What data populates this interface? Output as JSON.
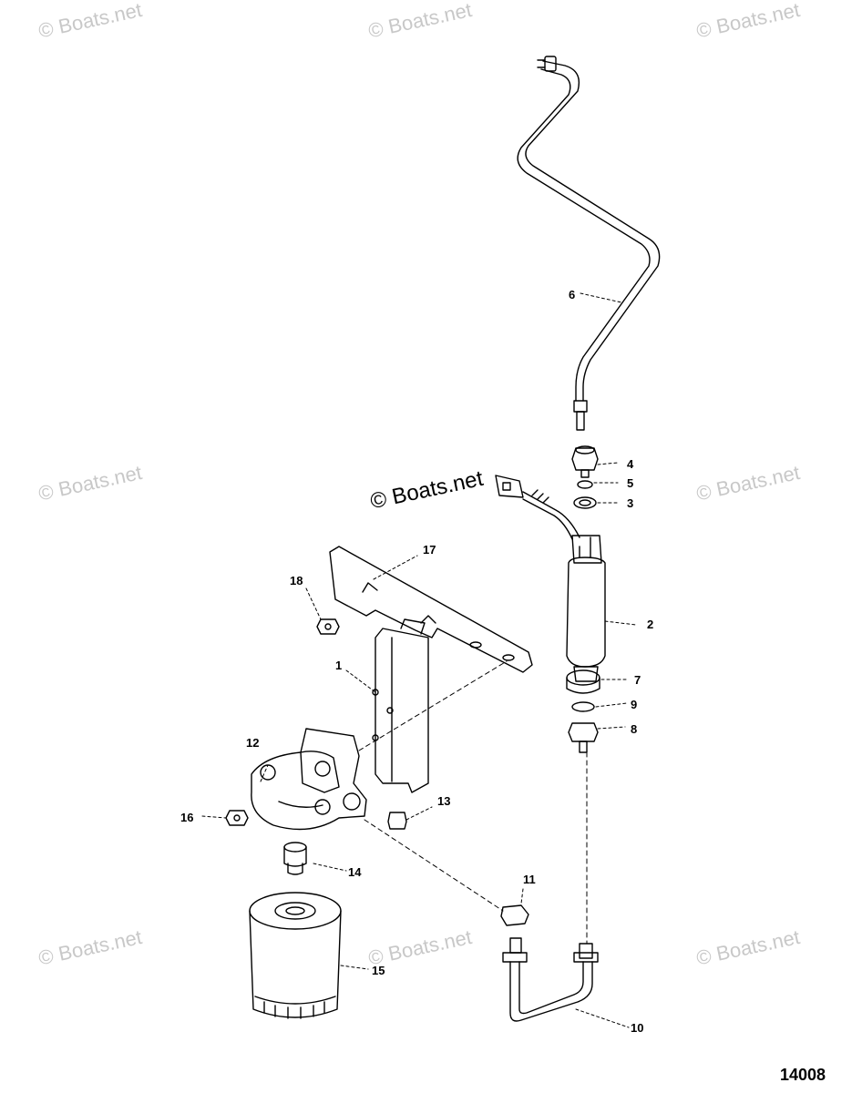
{
  "watermark": "© Boats.net",
  "center_watermark": "© Boats.net",
  "figure_number": "14008",
  "callouts": {
    "c1": "1",
    "c2": "2",
    "c3": "3",
    "c4": "4",
    "c5": "5",
    "c6": "6",
    "c7": "7",
    "c8": "8",
    "c9": "9",
    "c10": "10",
    "c11": "11",
    "c12": "12",
    "c13": "13",
    "c14": "14",
    "c15": "15",
    "c16": "16",
    "c17": "17",
    "c18": "18"
  }
}
